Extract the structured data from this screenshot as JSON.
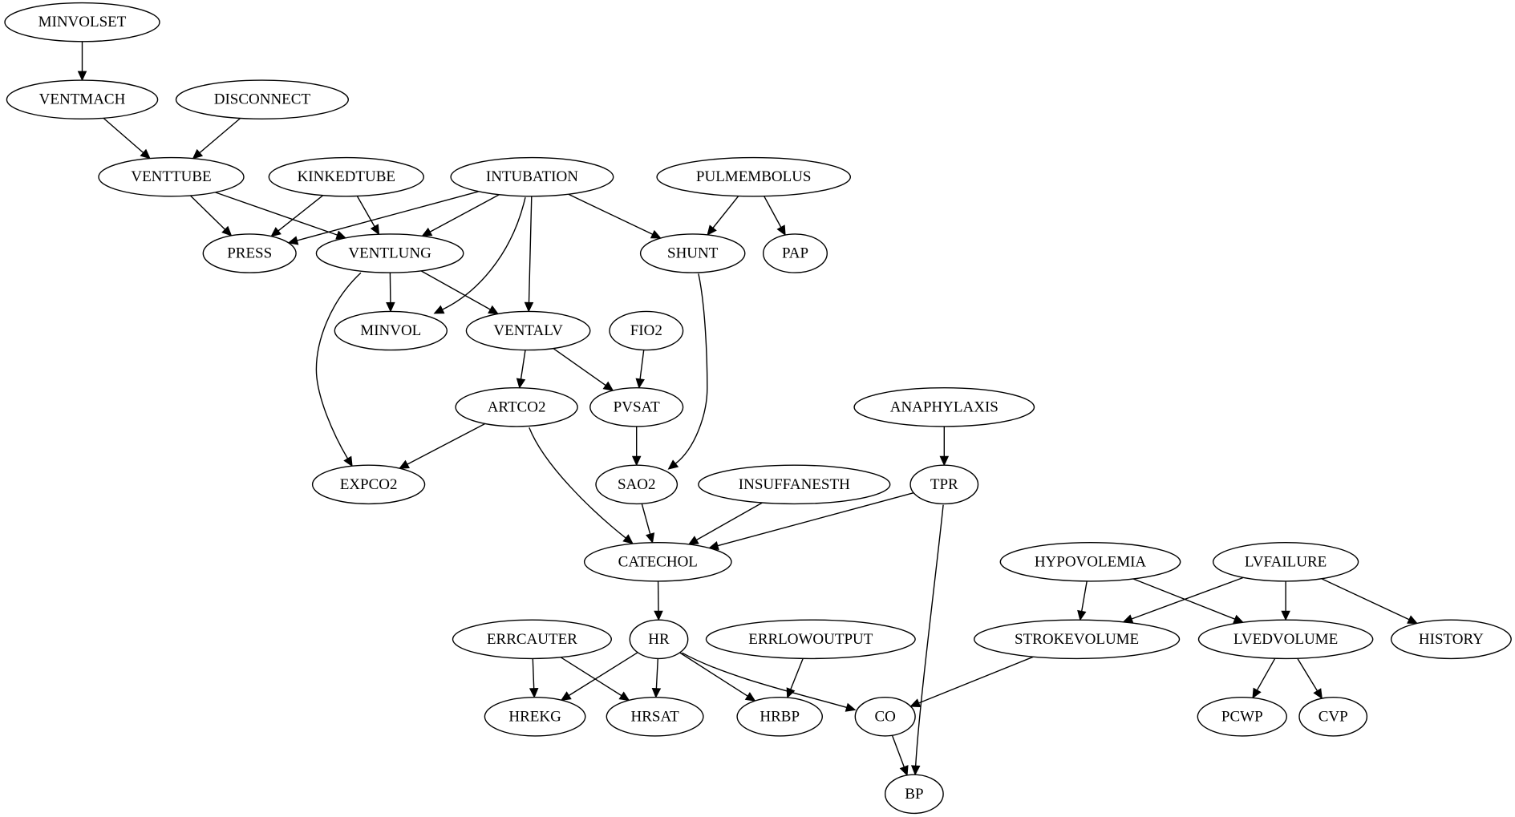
{
  "diagram": {
    "nodes": [
      {
        "id": "MINVOLSET",
        "label": "MINVOLSET"
      },
      {
        "id": "VENTMACH",
        "label": "VENTMACH"
      },
      {
        "id": "DISCONNECT",
        "label": "DISCONNECT"
      },
      {
        "id": "VENTTUBE",
        "label": "VENTTUBE"
      },
      {
        "id": "KINKEDTUBE",
        "label": "KINKEDTUBE"
      },
      {
        "id": "INTUBATION",
        "label": "INTUBATION"
      },
      {
        "id": "PULMEMBOLUS",
        "label": "PULMEMBOLUS"
      },
      {
        "id": "PRESS",
        "label": "PRESS"
      },
      {
        "id": "VENTLUNG",
        "label": "VENTLUNG"
      },
      {
        "id": "SHUNT",
        "label": "SHUNT"
      },
      {
        "id": "PAP",
        "label": "PAP"
      },
      {
        "id": "MINVOL",
        "label": "MINVOL"
      },
      {
        "id": "VENTALV",
        "label": "VENTALV"
      },
      {
        "id": "FIO2",
        "label": "FIO2"
      },
      {
        "id": "ARTCO2",
        "label": "ARTCO2"
      },
      {
        "id": "PVSAT",
        "label": "PVSAT"
      },
      {
        "id": "ANAPHYLAXIS",
        "label": "ANAPHYLAXIS"
      },
      {
        "id": "EXPCO2",
        "label": "EXPCO2"
      },
      {
        "id": "SAO2",
        "label": "SAO2"
      },
      {
        "id": "INSUFFANESTH",
        "label": "INSUFFANESTH"
      },
      {
        "id": "TPR",
        "label": "TPR"
      },
      {
        "id": "CATECHOL",
        "label": "CATECHOL"
      },
      {
        "id": "HYPOVOLEMIA",
        "label": "HYPOVOLEMIA"
      },
      {
        "id": "LVFAILURE",
        "label": "LVFAILURE"
      },
      {
        "id": "ERRCAUTER",
        "label": "ERRCAUTER"
      },
      {
        "id": "HR",
        "label": "HR"
      },
      {
        "id": "ERRLOWOUTPUT",
        "label": "ERRLOWOUTPUT"
      },
      {
        "id": "STROKEVOLUME",
        "label": "STROKEVOLUME"
      },
      {
        "id": "LVEDVOLUME",
        "label": "LVEDVOLUME"
      },
      {
        "id": "HISTORY",
        "label": "HISTORY"
      },
      {
        "id": "HREKG",
        "label": "HREKG"
      },
      {
        "id": "HRSAT",
        "label": "HRSAT"
      },
      {
        "id": "HRBP",
        "label": "HRBP"
      },
      {
        "id": "CO",
        "label": "CO"
      },
      {
        "id": "PCWP",
        "label": "PCWP"
      },
      {
        "id": "CVP",
        "label": "CVP"
      },
      {
        "id": "BP",
        "label": "BP"
      }
    ],
    "edges": [
      {
        "from": "MINVOLSET",
        "to": "VENTMACH"
      },
      {
        "from": "VENTMACH",
        "to": "VENTTUBE"
      },
      {
        "from": "DISCONNECT",
        "to": "VENTTUBE"
      },
      {
        "from": "VENTTUBE",
        "to": "PRESS"
      },
      {
        "from": "VENTTUBE",
        "to": "VENTLUNG"
      },
      {
        "from": "KINKEDTUBE",
        "to": "PRESS"
      },
      {
        "from": "KINKEDTUBE",
        "to": "VENTLUNG"
      },
      {
        "from": "INTUBATION",
        "to": "PRESS"
      },
      {
        "from": "INTUBATION",
        "to": "VENTLUNG"
      },
      {
        "from": "INTUBATION",
        "to": "MINVOL"
      },
      {
        "from": "INTUBATION",
        "to": "VENTALV"
      },
      {
        "from": "INTUBATION",
        "to": "SHUNT"
      },
      {
        "from": "PULMEMBOLUS",
        "to": "SHUNT"
      },
      {
        "from": "PULMEMBOLUS",
        "to": "PAP"
      },
      {
        "from": "VENTLUNG",
        "to": "MINVOL"
      },
      {
        "from": "VENTLUNG",
        "to": "VENTALV"
      },
      {
        "from": "VENTLUNG",
        "to": "EXPCO2"
      },
      {
        "from": "SHUNT",
        "to": "SAO2"
      },
      {
        "from": "VENTALV",
        "to": "ARTCO2"
      },
      {
        "from": "VENTALV",
        "to": "PVSAT"
      },
      {
        "from": "FIO2",
        "to": "PVSAT"
      },
      {
        "from": "ARTCO2",
        "to": "EXPCO2"
      },
      {
        "from": "ARTCO2",
        "to": "CATECHOL"
      },
      {
        "from": "PVSAT",
        "to": "SAO2"
      },
      {
        "from": "ANAPHYLAXIS",
        "to": "TPR"
      },
      {
        "from": "SAO2",
        "to": "CATECHOL"
      },
      {
        "from": "INSUFFANESTH",
        "to": "CATECHOL"
      },
      {
        "from": "TPR",
        "to": "CATECHOL"
      },
      {
        "from": "TPR",
        "to": "BP"
      },
      {
        "from": "CATECHOL",
        "to": "HR"
      },
      {
        "from": "HYPOVOLEMIA",
        "to": "STROKEVOLUME"
      },
      {
        "from": "HYPOVOLEMIA",
        "to": "LVEDVOLUME"
      },
      {
        "from": "LVFAILURE",
        "to": "STROKEVOLUME"
      },
      {
        "from": "LVFAILURE",
        "to": "LVEDVOLUME"
      },
      {
        "from": "LVFAILURE",
        "to": "HISTORY"
      },
      {
        "from": "ERRCAUTER",
        "to": "HREKG"
      },
      {
        "from": "ERRCAUTER",
        "to": "HRSAT"
      },
      {
        "from": "HR",
        "to": "HREKG"
      },
      {
        "from": "HR",
        "to": "HRSAT"
      },
      {
        "from": "HR",
        "to": "HRBP"
      },
      {
        "from": "HR",
        "to": "CO"
      },
      {
        "from": "ERRLOWOUTPUT",
        "to": "HRBP"
      },
      {
        "from": "STROKEVOLUME",
        "to": "CO"
      },
      {
        "from": "LVEDVOLUME",
        "to": "PCWP"
      },
      {
        "from": "LVEDVOLUME",
        "to": "CVP"
      },
      {
        "from": "CO",
        "to": "BP"
      }
    ]
  }
}
